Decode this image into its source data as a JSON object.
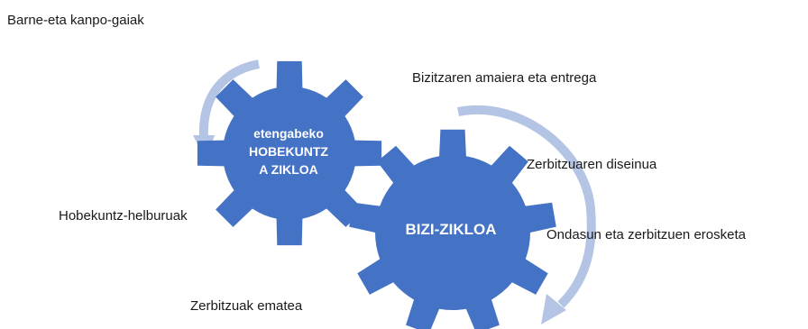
{
  "labels": {
    "external_internal": "Barne-eta kanpo-gaiak",
    "end_of_life": "Bizitzaren amaiera eta entrega",
    "service_design": "Zerbitzuaren diseinua",
    "improvement_goals": "Hobekuntz-helburuak",
    "procurement": "Ondasun eta zerbitzuen  erosketa",
    "service_delivery": "Zerbitzuak ematea"
  },
  "gears": {
    "small": {
      "lines": [
        "etengabeko",
        "HOBEKUNTZ",
        "A ZIKLOA"
      ]
    },
    "large": {
      "label": "BIZI-ZIKLOA"
    }
  },
  "colors": {
    "gear": "#4472c4",
    "arrow": "#b4c4e4",
    "text": "#1a1a1a"
  }
}
